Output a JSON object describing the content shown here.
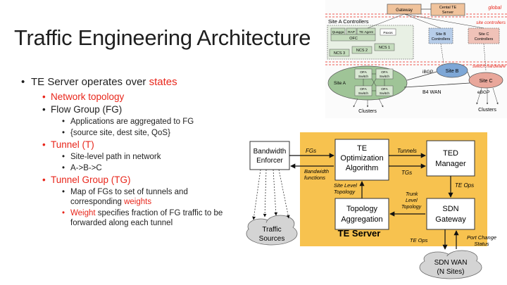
{
  "slide": {
    "title": "Traffic Engineering Architecture",
    "bullets": {
      "main_prefix": "TE Server operates over ",
      "main_highlight": "states",
      "network_topology": "Network topology",
      "flow_group": "Flow Group (FG)",
      "fg_apps": "Applications are aggregated to FG",
      "fg_tuple": "{source site, dest site, QoS}",
      "tunnel": "Tunnel (T)",
      "tunnel_path": "Site-level path in network",
      "tunnel_example": "A->B->C",
      "tunnel_group": "Tunnel Group (TG)",
      "tg_map_prefix": "Map of FGs to set of tunnels and corresponding ",
      "tg_map_highlight": "weights",
      "weight_highlight": "Weight",
      "weight_rest": " specifies fraction of FG traffic to be forwarded along each tunnel"
    }
  },
  "b4_diagram": {
    "gateway": "Gateway",
    "central_te_line1": "Cental TE",
    "central_te_line2": "Server",
    "global": "global",
    "site_controllers": "site controllers",
    "switch_hardware": "switch hardware",
    "site_a_controllers": "Site A Controllers",
    "quagga": "Quagga",
    "rap": "RAP",
    "te_agent": "TE Agent",
    "paxos": "Paxos",
    "ofc": "OFC",
    "ncs3": "NCS 3",
    "ncs2": "NCS 2",
    "ncs1": "NCS 1",
    "site_b_ctrl_line1": "Site B",
    "site_b_ctrl_line2": "Controllers",
    "site_c_ctrl_line1": "Site C",
    "site_c_ctrl_line2": "Controllers",
    "ofa_line1": "OFA",
    "ofa_line2": "Switch",
    "site_a": "Site A",
    "site_b": "Site B",
    "site_c": "Site C",
    "ibgp": "iBGP",
    "ebgp": "eBGP",
    "b4_wan": "B4 WAN",
    "clusters": "Clusters"
  },
  "te_diagram": {
    "bandwidth_enforcer_line1": "Bandwidth",
    "bandwidth_enforcer_line2": "Enforcer",
    "te_opt_line1": "TE",
    "te_opt_line2": "Optimization",
    "te_opt_line3": "Algorithm",
    "ted_line1": "TED",
    "ted_line2": "Manager",
    "topo_agg_line1": "Topology",
    "topo_agg_line2": "Aggregation",
    "sdn_gw_line1": "SDN",
    "sdn_gw_line2": "Gateway",
    "te_server": "TE Server",
    "fgs": "FGs",
    "bw_functions_line1": "Bandwidth",
    "bw_functions_line2": "functions",
    "tunnels": "Tunnels",
    "tgs": "TGs",
    "site_level_line1": "Site Level",
    "site_level_line2": "Topology",
    "te_ops": "TE Ops",
    "trunk_level_line1": "Trunk",
    "trunk_level_line2": "Level",
    "trunk_level_line3": "Topology",
    "port_change_line1": "Port Change",
    "port_change_line2": "Status",
    "traffic_sources_line1": "Traffic",
    "traffic_sources_line2": "Sources",
    "sdn_wan_line1": "SDN WAN",
    "sdn_wan_line2": "(N Sites)"
  },
  "colors": {
    "accent_red": "#e8261b",
    "te_server_bg": "#f7c24f",
    "site_a_green": "#9fc497",
    "site_b_blue": "#7ea7d6",
    "site_c_pink": "#e9a79b"
  }
}
